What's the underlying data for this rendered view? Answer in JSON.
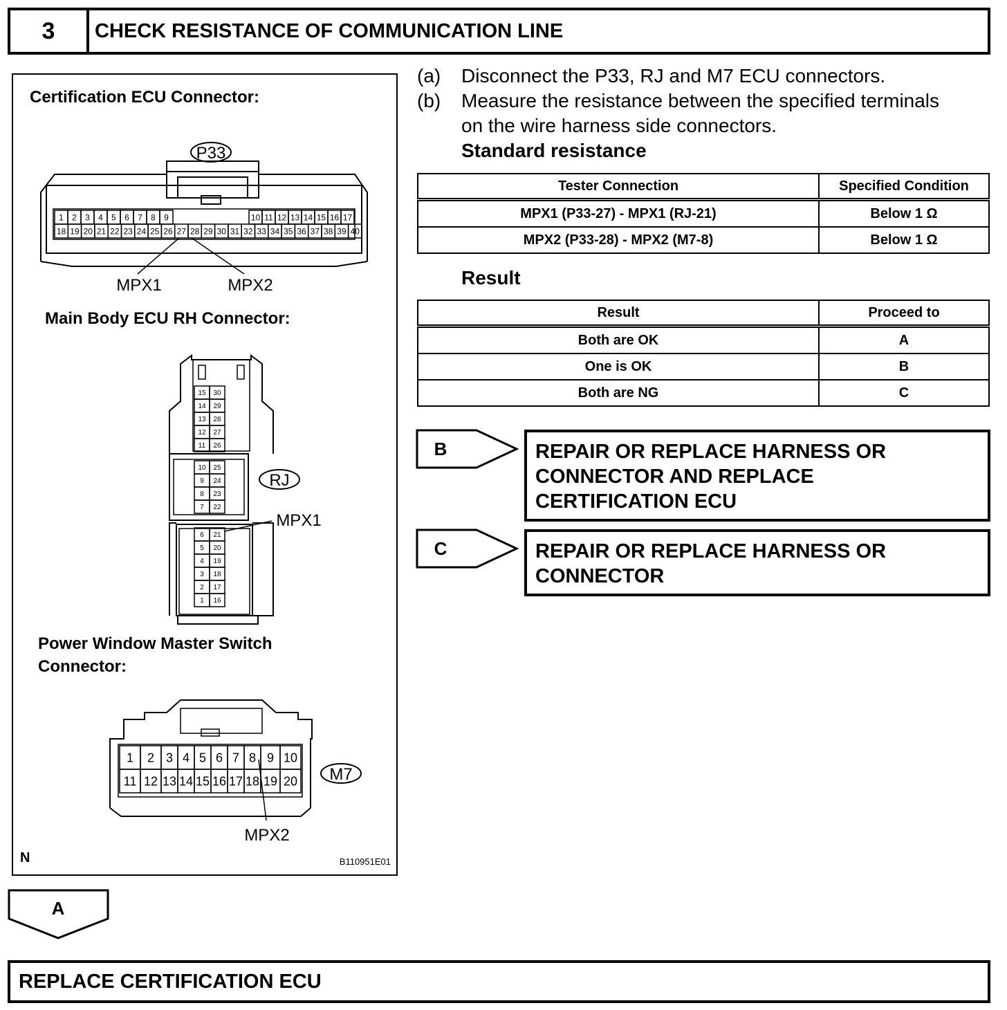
{
  "step": {
    "number": "3",
    "title": "CHECK RESISTANCE OF COMMUNICATION LINE"
  },
  "figure": {
    "cert_title": "Certification ECU Connector:",
    "p33_tag": "P33",
    "p33_row1_left": [
      "1",
      "2",
      "3",
      "4",
      "5",
      "6",
      "7",
      "8",
      "9"
    ],
    "p33_row1_right": [
      "10",
      "11",
      "12",
      "13",
      "14",
      "15",
      "16",
      "17"
    ],
    "p33_row2": [
      "18",
      "19",
      "20",
      "21",
      "22",
      "23",
      "24",
      "25",
      "26",
      "27",
      "28",
      "29",
      "30",
      "31",
      "32",
      "33",
      "34",
      "35",
      "36",
      "37",
      "38",
      "39",
      "40"
    ],
    "mpx1_label": "MPX1",
    "mpx2_label": "MPX2",
    "main_body_title": "Main Body ECU RH Connector:",
    "rj_tag": "RJ",
    "rj_group1": [
      [
        "15",
        "30"
      ],
      [
        "14",
        "29"
      ],
      [
        "13",
        "28"
      ],
      [
        "12",
        "27"
      ],
      [
        "11",
        "26"
      ]
    ],
    "rj_group2": [
      [
        "10",
        "25"
      ],
      [
        "9",
        "24"
      ],
      [
        "8",
        "23"
      ],
      [
        "7",
        "22"
      ]
    ],
    "rj_group3": [
      [
        "6",
        "21"
      ],
      [
        "5",
        "20"
      ],
      [
        "4",
        "19"
      ],
      [
        "3",
        "18"
      ],
      [
        "2",
        "17"
      ],
      [
        "1",
        "16"
      ]
    ],
    "pw_title_line1": "Power Window Master Switch",
    "pw_title_line2": "Connector:",
    "m7_tag": "M7",
    "m7_row1": [
      "1",
      "2",
      "3",
      "4",
      "5",
      "6",
      "7",
      "8",
      "9",
      "10"
    ],
    "m7_row2": [
      "11",
      "12",
      "13",
      "14",
      "15",
      "16",
      "17",
      "18",
      "19",
      "20"
    ],
    "corner_n": "N",
    "figure_code": "B110951E01"
  },
  "instructions": [
    {
      "label": "(a)",
      "text": "Disconnect the P33, RJ and M7 ECU connectors."
    },
    {
      "label": "(b)",
      "text": "Measure the resistance between the specified terminals",
      "text2": "on the wire harness side connectors."
    }
  ],
  "standard_resistance_heading": "Standard resistance",
  "resistance_table": {
    "headers": [
      "Tester Connection",
      "Specified Condition"
    ],
    "rows": [
      [
        "MPX1 (P33-27) - MPX1 (RJ-21)",
        "Below 1 Ω"
      ],
      [
        "MPX2 (P33-28) - MPX2 (M7-8)",
        "Below 1 Ω"
      ]
    ]
  },
  "result_heading": "Result",
  "result_table": {
    "headers": [
      "Result",
      "Proceed to"
    ],
    "rows": [
      [
        "Both are OK",
        "A"
      ],
      [
        "One is OK",
        "B"
      ],
      [
        "Both are NG",
        "C"
      ]
    ]
  },
  "branches": [
    {
      "code": "B",
      "lines": [
        "REPAIR OR REPLACE HARNESS OR",
        "CONNECTOR AND REPLACE",
        "CERTIFICATION ECU"
      ]
    },
    {
      "code": "C",
      "lines": [
        "REPAIR OR REPLACE HARNESS OR",
        "CONNECTOR"
      ]
    }
  ],
  "ok_branch": {
    "code": "A",
    "text": "REPLACE CERTIFICATION ECU"
  }
}
